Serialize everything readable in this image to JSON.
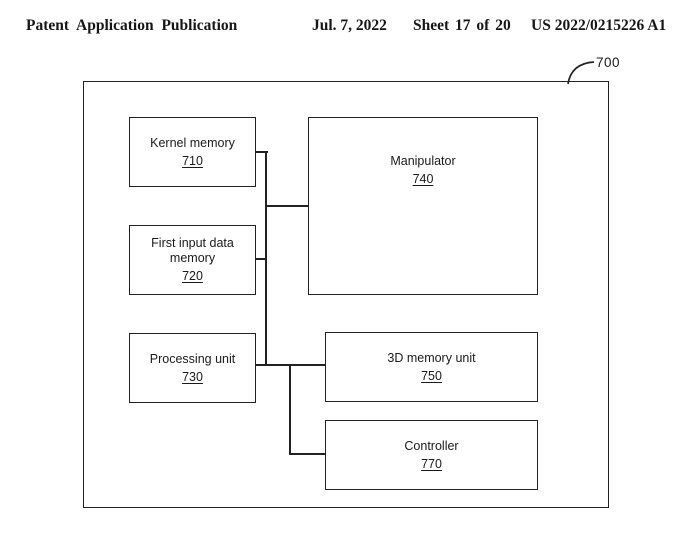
{
  "header": {
    "publication": "Patent Application Publication",
    "date": "Jul. 7, 2022",
    "sheet": "Sheet 17 of 20",
    "patent_number": "US 2022/0215226 A1"
  },
  "figure": {
    "reference_label": "700",
    "blocks": [
      {
        "label": "Kernel memory",
        "number": "710"
      },
      {
        "label": "First input data memory",
        "number": "720"
      },
      {
        "label": "Processing unit",
        "number": "730"
      },
      {
        "label": "Manipulator",
        "number": "740"
      },
      {
        "label": "3D memory unit",
        "number": "750"
      },
      {
        "label": "Controller",
        "number": "770"
      }
    ]
  },
  "colors": {
    "line": "#222222",
    "text": "#1a1a1a",
    "background": "#ffffff"
  }
}
